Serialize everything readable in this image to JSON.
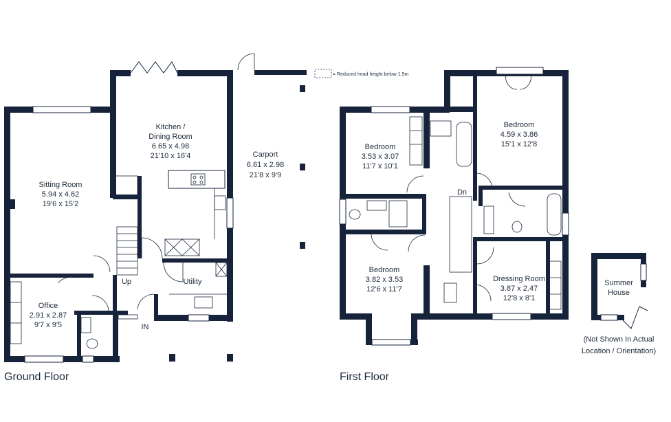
{
  "legend": {
    "text": "= Reduced head height below 1.5m"
  },
  "ground_floor": {
    "title": "Ground Floor",
    "rooms": [
      {
        "name": "Kitchen /",
        "name2": "Dining Room",
        "metric": "6.65 x 4.98",
        "imperial": "21'10 x 16'4"
      },
      {
        "name": "Sitting Room",
        "metric": "5.94 x 4.62",
        "imperial": "19'6 x 15'2"
      },
      {
        "name": "Office",
        "metric": "2.91 x 2.87",
        "imperial": "9'7 x 9'5"
      },
      {
        "name": "Carport",
        "metric": "6.61 x 2.98",
        "imperial": "21'8 x 9'9"
      },
      {
        "name": "Utility"
      }
    ],
    "markers": {
      "up": "Up",
      "in": "IN"
    }
  },
  "first_floor": {
    "title": "First Floor",
    "rooms": [
      {
        "name": "Bedroom",
        "metric": "3.53 x 3.07",
        "imperial": "11'7 x 10'1"
      },
      {
        "name": "Bedroom",
        "metric": "4.59 x 3.86",
        "imperial": "15'1 x 12'8"
      },
      {
        "name": "Bedroom",
        "metric": "3.82 x 3.53",
        "imperial": "12'6 x 11'7"
      },
      {
        "name": "Dressing Room",
        "metric": "3.87 x 2.47",
        "imperial": "12'8 x 8'1"
      }
    ],
    "markers": {
      "dn": "Dn"
    }
  },
  "summer_house": {
    "name": "Summer",
    "name2": "House",
    "note1": "(Not Shown In Actual",
    "note2": "Location / Orientation)"
  }
}
